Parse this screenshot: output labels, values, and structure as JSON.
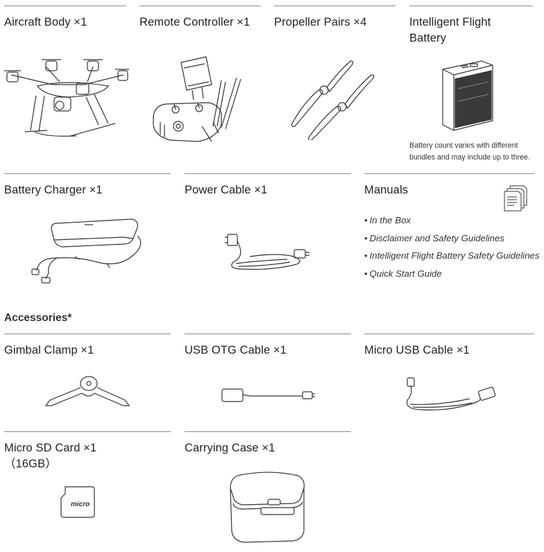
{
  "row1": [
    {
      "id": "aircraft",
      "title": "Aircraft Body ×1",
      "icon": "aircraft-icon"
    },
    {
      "id": "remote",
      "title": "Remote Controller ×1",
      "icon": "remote-controller-icon"
    },
    {
      "id": "propellers",
      "title": "Propeller Pairs ×4",
      "icon": "propeller-icon"
    },
    {
      "id": "battery",
      "title_line1": "Intelligent Flight",
      "title_line2": "Battery",
      "icon": "battery-icon",
      "note_line1": "Battery count varies with different",
      "note_line2": "bundles and may include up to three."
    }
  ],
  "row2": [
    {
      "id": "charger",
      "title": "Battery Charger ×1",
      "icon": "battery-charger-icon"
    },
    {
      "id": "power_cable",
      "title": "Power Cable ×1",
      "icon": "power-cable-icon"
    },
    {
      "id": "manuals",
      "title": "Manuals",
      "icon": "document-stack-icon",
      "items": [
        "In the Box",
        "Disclaimer and Safety Guidelines",
        "Intelligent Flight Battery Safety Guidelines",
        "Quick Start Guide"
      ],
      "bullet": "•"
    }
  ],
  "accessories_heading": "Accessories*",
  "row3": [
    {
      "id": "gimbal_clamp",
      "title": "Gimbal Clamp ×1",
      "icon": "gimbal-clamp-icon"
    },
    {
      "id": "otg_cable",
      "title": "USB OTG Cable ×1",
      "icon": "usb-otg-cable-icon"
    },
    {
      "id": "micro_usb",
      "title": "Micro USB Cable ×1",
      "icon": "micro-usb-cable-icon"
    }
  ],
  "row4": [
    {
      "id": "sd_card",
      "title_line1": "Micro SD Card ×1",
      "title_line2": "（16GB）",
      "icon": "micro-sd-card-icon",
      "card_text": "micro"
    },
    {
      "id": "case",
      "title": "Carrying Case ×1",
      "icon": "carrying-case-icon"
    }
  ],
  "colors": {
    "rule": "#8a8a8a",
    "text": "#231f20",
    "line_art": "#333333",
    "battery_fill": "#3a3a3a"
  }
}
